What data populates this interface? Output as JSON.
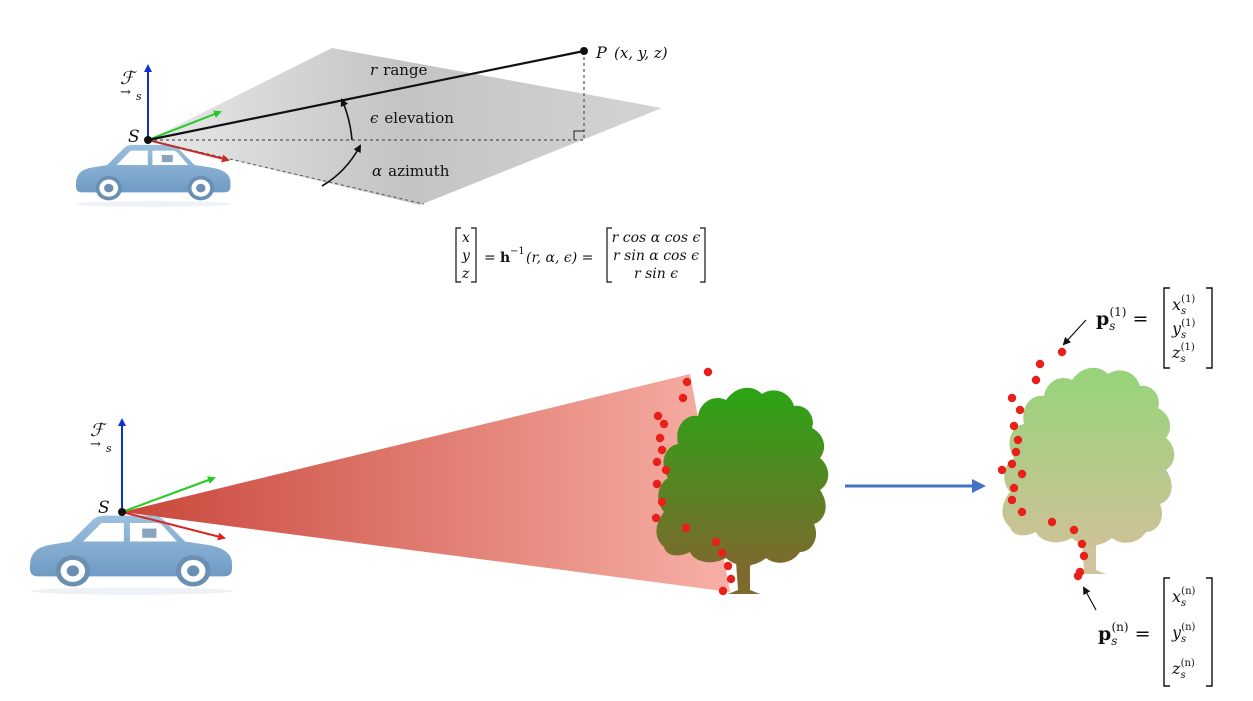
{
  "top": {
    "frame_symbol": "ℱ",
    "frame_sub": "s",
    "sensor_label": "S",
    "point_label": "P",
    "point_coords": "(x, y, z)",
    "range_symbol": "r",
    "range_word": "range",
    "elevation_symbol": "ϵ",
    "elevation_word": "elevation",
    "azimuth_symbol": "α",
    "azimuth_word": "azimuth"
  },
  "equation": {
    "lhs": [
      "x",
      "y",
      "z"
    ],
    "func": "h",
    "func_sup": "−1",
    "args": "(r, α, ϵ) =",
    "rhs": [
      "r cos α cos ϵ",
      "r sin α cos ϵ",
      "r sin ϵ"
    ]
  },
  "bottom": {
    "frame_symbol": "ℱ",
    "frame_sub": "s",
    "sensor_label": "S"
  },
  "points": {
    "first": {
      "vector": "p",
      "sub": "s",
      "sup": "(1)",
      "components": [
        "x",
        "y",
        "z"
      ],
      "comp_sub": "s",
      "comp_sup": "(1)"
    },
    "last": {
      "vector": "p",
      "sub": "s",
      "sup": "(n)",
      "components": [
        "x",
        "y",
        "z"
      ],
      "comp_sub": "s",
      "comp_sup": "(n)"
    }
  },
  "colors": {
    "car_body": "#8fb3d3",
    "axis_blue": "#1030d0",
    "axis_green": "#22cc22",
    "axis_red": "#dd2222",
    "laser_red": "#d9503a",
    "lidar_point": "#e8201a",
    "flow_arrow": "#4472c4"
  }
}
